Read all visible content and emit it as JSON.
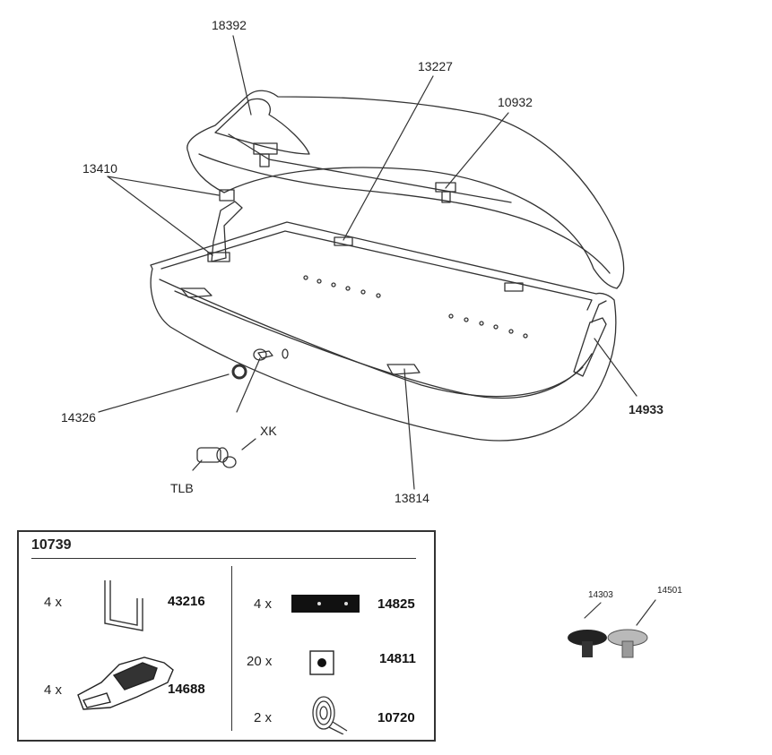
{
  "diagram": {
    "callouts": {
      "c18392": "18392",
      "c13227": "13227",
      "c10932": "10932",
      "c13410": "13410",
      "c14326": "14326",
      "c14933": "14933",
      "c13814": "13814",
      "xk": "XK",
      "tlb": "TLB"
    },
    "small_parts": {
      "p14303": "14303",
      "p14501": "14501"
    }
  },
  "kit": {
    "title": "10739",
    "items": [
      {
        "qty": "4 x",
        "part": "43216"
      },
      {
        "qty": "4 x",
        "part": "14688"
      },
      {
        "qty": "4 x",
        "part": "14825"
      },
      {
        "qty": "20 x",
        "part": "14811"
      },
      {
        "qty": "2 x",
        "part": "10720"
      }
    ]
  }
}
